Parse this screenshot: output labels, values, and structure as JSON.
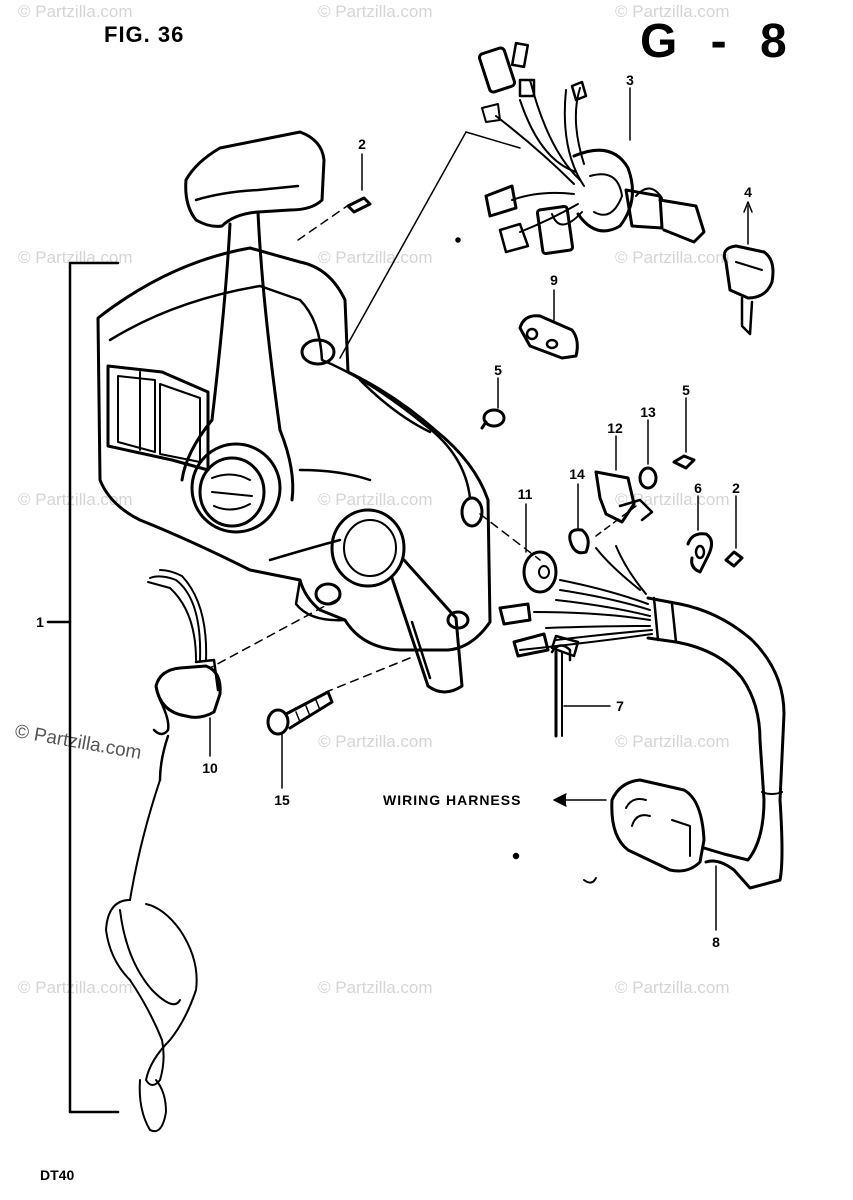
{
  "figure": {
    "title": "FIG. 36",
    "section": "G - 8",
    "model": "DT40"
  },
  "watermark": {
    "text": "© Partzilla.com",
    "color": "#d4d4d4"
  },
  "harness_label": "WIRING HARNESS",
  "callouts": {
    "c1": "1",
    "c2a": "2",
    "c2b": "2",
    "c3": "3",
    "c4": "4",
    "c5a": "5",
    "c5b": "5",
    "c6": "6",
    "c7": "7",
    "c8": "8",
    "c9": "9",
    "c10": "10",
    "c11": "11",
    "c12": "12",
    "c13": "13",
    "c14": "14",
    "c15": "15"
  },
  "colors": {
    "ink": "#000000",
    "paper": "#ffffff"
  }
}
